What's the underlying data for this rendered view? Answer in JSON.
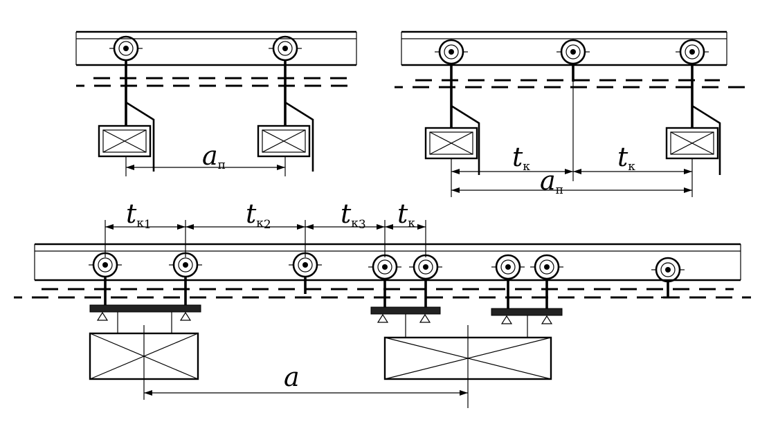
{
  "labels": {
    "a_p_1": {
      "main": "a",
      "sub": "п"
    },
    "t_k_a": {
      "main": "t",
      "sub": "к"
    },
    "t_k_b": {
      "main": "t",
      "sub": "к"
    },
    "a_p_2": {
      "main": "a",
      "sub": "п"
    },
    "t_k1": {
      "main": "t",
      "sub": "к",
      "index": "1"
    },
    "t_k2": {
      "main": "t",
      "sub": "к",
      "index": "2"
    },
    "t_k3": {
      "main": "t",
      "sub": "к",
      "index": "3"
    },
    "t_k_c": {
      "main": "t",
      "sub": "к"
    },
    "a_total": {
      "main": "a"
    }
  }
}
